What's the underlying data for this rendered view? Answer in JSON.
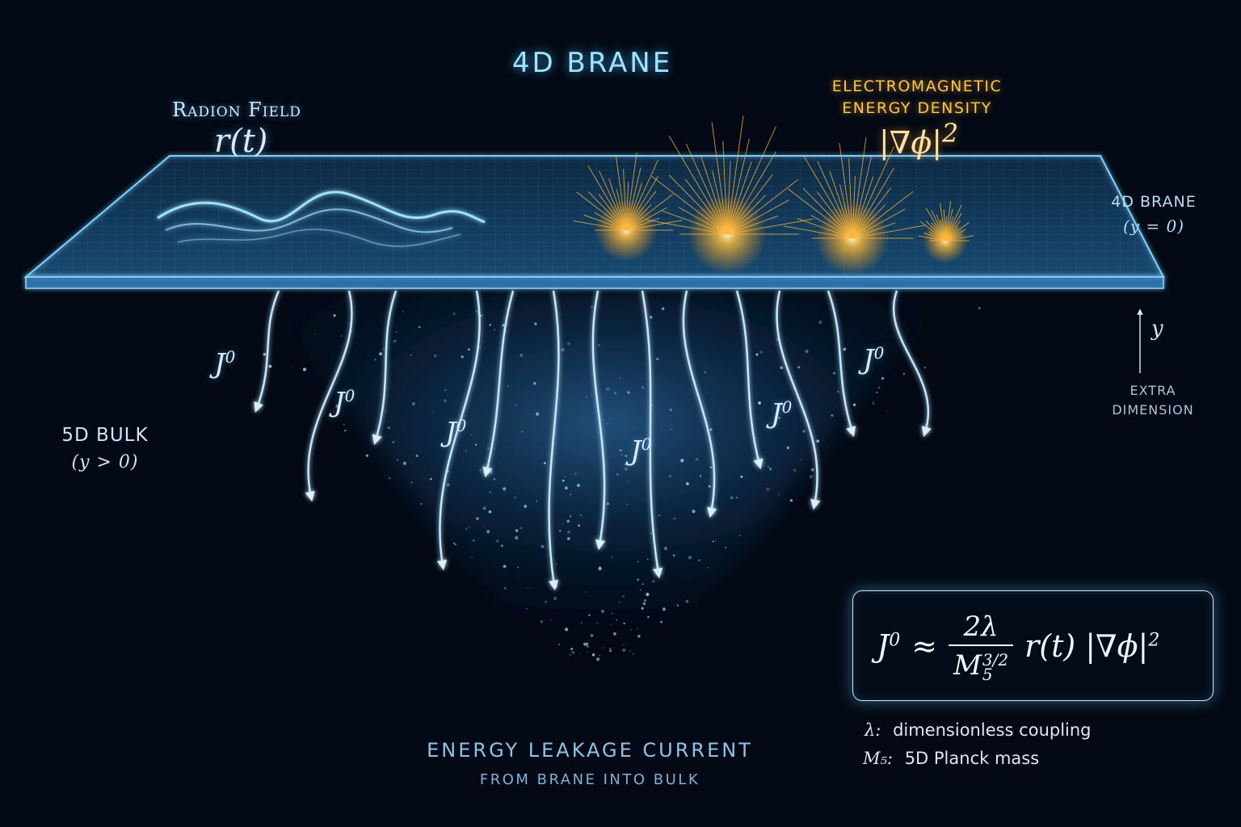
{
  "title": "4D BRANE",
  "radion": {
    "label": "Radion Field",
    "symbol": "r(t)"
  },
  "em": {
    "line1": "ELECTROMAGNETIC",
    "line2": "ENERGY DENSITY",
    "symbol": "|∇ϕ|",
    "exponent": "2"
  },
  "brane_side": {
    "label": "4D BRANE",
    "coord": "(y = 0)"
  },
  "bulk": {
    "label": "5D BULK",
    "coord": "(y > 0)"
  },
  "axis": {
    "symbol": "y",
    "line1": "EXTRA",
    "line2": "DIMENSION"
  },
  "current": {
    "symbol": "J",
    "exponent": "0"
  },
  "leakage": {
    "line1": "ENERGY LEAKAGE CURRENT",
    "line2": "FROM BRANE INTO BULK"
  },
  "equation": {
    "lhs": "J",
    "lhs_exp": "0",
    "approx": "≈",
    "numerator": "2λ",
    "denominator": "M",
    "den_sub": "5",
    "den_sup": "3/2",
    "rhs": "r(t) |∇ϕ|",
    "rhs_exp": "2"
  },
  "legend": [
    {
      "symbol": "λ:",
      "text": "dimensionless coupling"
    },
    {
      "symbol": "M₅:",
      "text": "5D Planck mass"
    }
  ],
  "colors": {
    "background": "#030a15",
    "brane": "#5fb8f0",
    "current": "#9fdcff",
    "em_glow": "#ffb030",
    "text": "#d9ecff"
  }
}
